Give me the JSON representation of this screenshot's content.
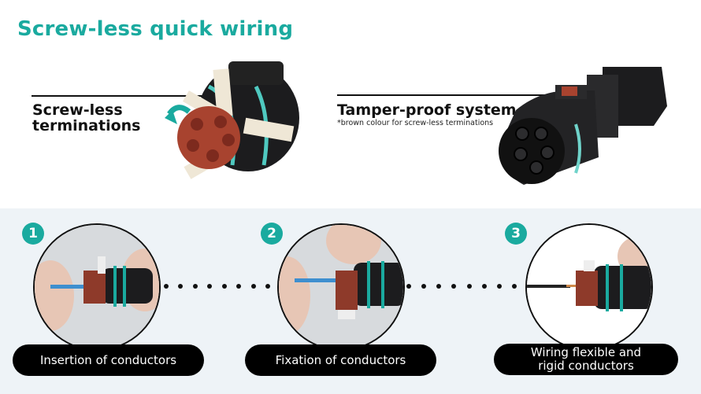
{
  "title": "Screw-less quick wiring",
  "features": [
    {
      "label_line1": "Screw-less",
      "label_line2": "terminations"
    },
    {
      "label": "Tamper-proof system",
      "note": "*brown colour for screw-less terminations"
    }
  ],
  "steps": [
    {
      "number": "1",
      "label": "Insertion of conductors"
    },
    {
      "number": "2",
      "label": "Fixation of conductors"
    },
    {
      "number": "3",
      "label_line1": "Wiring flexible and",
      "label_line2": "rigid conductors"
    }
  ],
  "colors": {
    "accent": "#1aaa9f",
    "terminal": "#a8432f",
    "body": "#1c1c1e",
    "background": "#eef3f7"
  }
}
